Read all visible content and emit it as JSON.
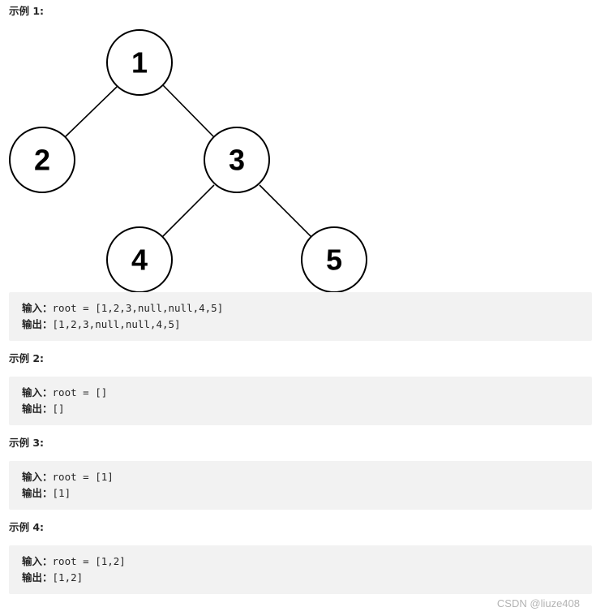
{
  "examples": [
    {
      "heading": "示例 1:",
      "input_label": "输入：",
      "input_value": "root = [1,2,3,null,null,4,5]",
      "output_label": "输出：",
      "output_value": "[1,2,3,null,null,4,5]"
    },
    {
      "heading": "示例 2:",
      "input_label": "输入：",
      "input_value": "root = []",
      "output_label": "输出：",
      "output_value": "[]"
    },
    {
      "heading": "示例 3:",
      "input_label": "输入：",
      "input_value": "root = [1]",
      "output_label": "输出：",
      "output_value": "[1]"
    },
    {
      "heading": "示例 4:",
      "input_label": "输入：",
      "input_value": "root = [1,2]",
      "output_label": "输出：",
      "output_value": "[1,2]"
    }
  ],
  "tree": {
    "nodes": [
      {
        "label": "1"
      },
      {
        "label": "2"
      },
      {
        "label": "3"
      },
      {
        "label": "4"
      },
      {
        "label": "5"
      }
    ]
  },
  "watermark": "CSDN @liuze408"
}
